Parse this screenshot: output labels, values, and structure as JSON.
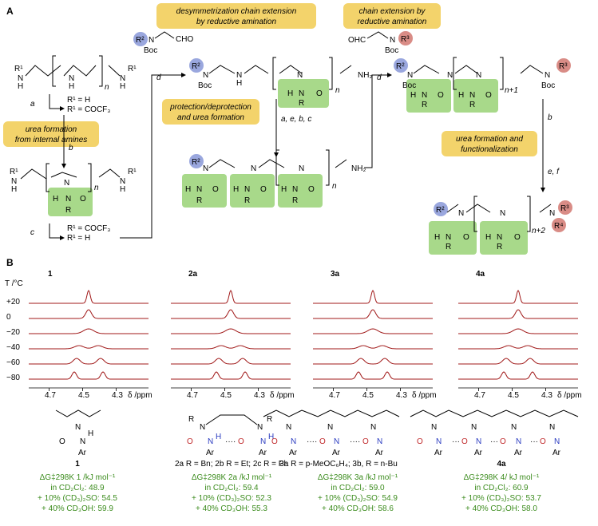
{
  "panels": {
    "a": "A",
    "b": "B"
  },
  "scheme": {
    "boxes": [
      "desymmetrization chain extension",
      "by reductive amination",
      "chain extension by",
      "reductive amination",
      "urea formation",
      "from internal amines",
      "protection/deprotection",
      "and urea formation",
      "urea formation and",
      "functionalization"
    ],
    "steps": {
      "a": "a",
      "b": "b",
      "c": "c",
      "d1": "d",
      "d2": "d",
      "aebc": "a, e, b, c",
      "b2": "b",
      "ef": "e, f"
    },
    "r_defs": {
      "r1h": "R¹ = H",
      "r1cocf3": "R¹ = COCF₃",
      "r1cocf3_b": "R¹ = COCF₃",
      "r1h_b": "R¹ = H"
    },
    "reagents": {
      "left": "R² N(Boc) CH₂CHO",
      "right": "OHC CH₂ N(Boc) R³"
    },
    "subscripts": {
      "n": "n",
      "n1": "n+1",
      "n2": "n+2"
    },
    "labels": {
      "nh2": "NH₂",
      "boc": "Boc",
      "r1": "R¹",
      "r2": "R²",
      "r3": "R³",
      "r4": "R⁴"
    }
  },
  "nmr": {
    "temp_header": "T /°C",
    "temps": [
      "+20",
      "0",
      "−20",
      "−40",
      "−60",
      "−80"
    ],
    "compounds": [
      "1",
      "2a",
      "3a",
      "4a"
    ],
    "ticks": [
      "4.7",
      "4.5",
      "4.3"
    ],
    "axis_unit": "δ /ppm"
  },
  "compounds": [
    {
      "id": "1",
      "caption": "1",
      "dg_label": "ΔG‡298K 1 /kJ mol⁻¹",
      "lines": [
        "in CD₂Cl₂: 48.9",
        "+ 10% (CD₃)₂SO: 54.5",
        "+ 40% CD₃OH: 59.9"
      ]
    },
    {
      "id": "2a",
      "caption": "2a R = Bn; 2b R = Et; 2c R = Ph",
      "dg_label": "ΔG‡298K 2a /kJ mol⁻¹",
      "lines": [
        "in CD₂Cl₂: 59.4",
        "+ 10% (CD₃)₂SO: 52.3",
        "+ 40% CD₃OH: 55.3"
      ]
    },
    {
      "id": "3a",
      "caption": "3a R = p-MeOC₆H₄; 3b, R = n-Bu",
      "dg_label": "ΔG‡298K 3a /kJ mol⁻¹",
      "lines": [
        "in CD₂Cl₂: 59.0",
        "+ 10% (CD₃)₂SO: 54.9",
        "+ 40% CD₃OH: 58.6"
      ]
    },
    {
      "id": "4a",
      "caption": "4a",
      "dg_label": "ΔG‡298K 4/ kJ mol⁻¹",
      "lines": [
        "in CD₂Cl₂: 60.9",
        "+ 10% (CD₃)₂SO: 53.7",
        "+ 40% CD₃OH: 58.0"
      ]
    }
  ],
  "colors": {
    "yellow": "#f3d36b",
    "green": "#a8d98a",
    "text_green": "#3c8c1e",
    "trace": "#a01818",
    "r2": "#9aa7de",
    "r3": "#d98c86"
  }
}
